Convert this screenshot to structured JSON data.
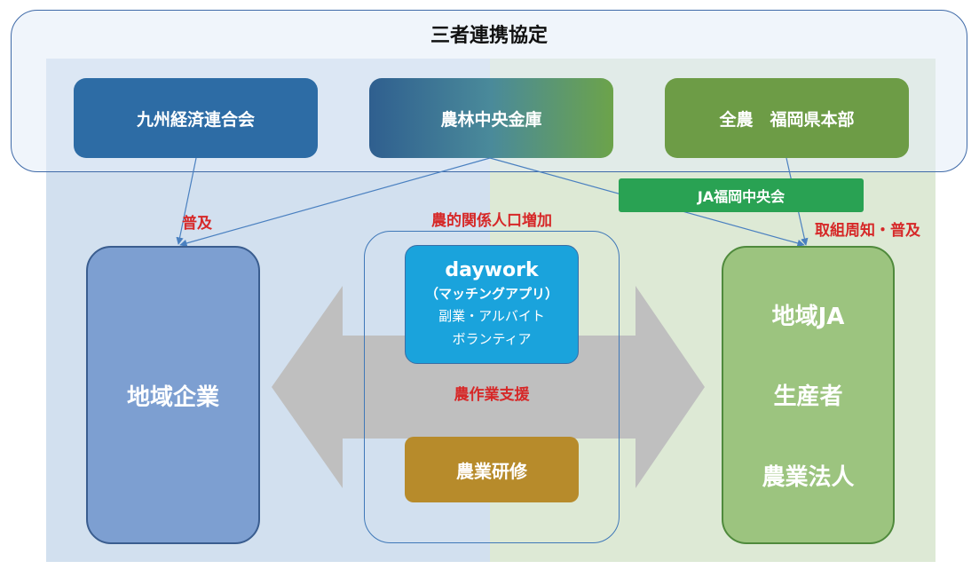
{
  "title": "三者連携協定",
  "organizations": [
    {
      "label": "九州経済連合会"
    },
    {
      "label": "農林中央金庫"
    },
    {
      "label": "全農　福岡県本部"
    }
  ],
  "ja_center": "JA福岡中央会",
  "left_box": "地域企業",
  "right_box": [
    "地域JA",
    "生産者",
    "農業法人"
  ],
  "daywork": {
    "title": "daywork",
    "subtitle": "（マッチングアプリ）",
    "line1": "副業・アルバイト",
    "line2": "ボランティア"
  },
  "training": "農業研修",
  "labels": {
    "fukyu": "普及",
    "kankei": "農的関係人口増加",
    "shien": "農作業支援",
    "torikumi": "取組周知・普及"
  },
  "colors": {
    "accent_red": "#d62828",
    "kyushu_blue": "#2d6ca5",
    "zennoh_green": "#6d9c46",
    "ja_green": "#29a253",
    "daywork_blue": "#1aa3dc",
    "training_gold": "#b78b2b",
    "arrow_gray": "#bfbfbf"
  }
}
